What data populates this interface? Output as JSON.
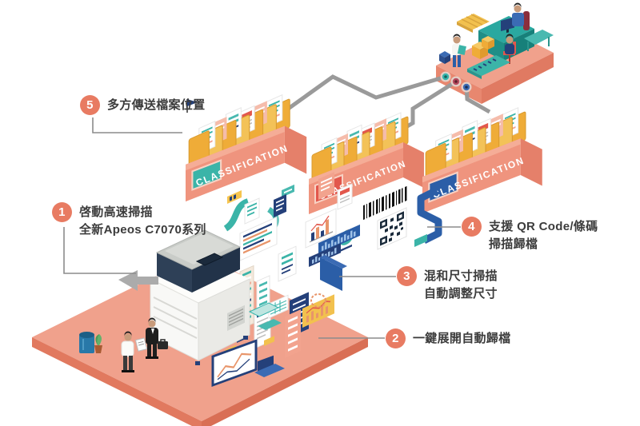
{
  "infographic": {
    "classification_label": "CLASSIFICATION",
    "steps": [
      {
        "number": "1",
        "lines": [
          "啓動高速掃描",
          "全新Apeos C7070系列"
        ]
      },
      {
        "number": "2",
        "lines": [
          "一鍵展開自動歸檔"
        ]
      },
      {
        "number": "3",
        "lines": [
          "混和尺寸掃描",
          "自動調整尺寸"
        ]
      },
      {
        "number": "4",
        "lines": [
          "支援 QR Code/條碼",
          "掃描歸檔"
        ]
      },
      {
        "number": "5",
        "lines": [
          "多方傳送檔案位置"
        ]
      }
    ],
    "colors": {
      "accent": "#E87B62",
      "platform": "#F0A18C",
      "platform_shade": "#E1795F",
      "box_front": "#EF947E",
      "folder_yellow": "#EFAC38",
      "teal": "#3BB4A8",
      "navy": "#24407A",
      "blue": "#2B5EA7",
      "cable_gray": "#9A9A9A",
      "text": "#3C3C3C"
    }
  }
}
